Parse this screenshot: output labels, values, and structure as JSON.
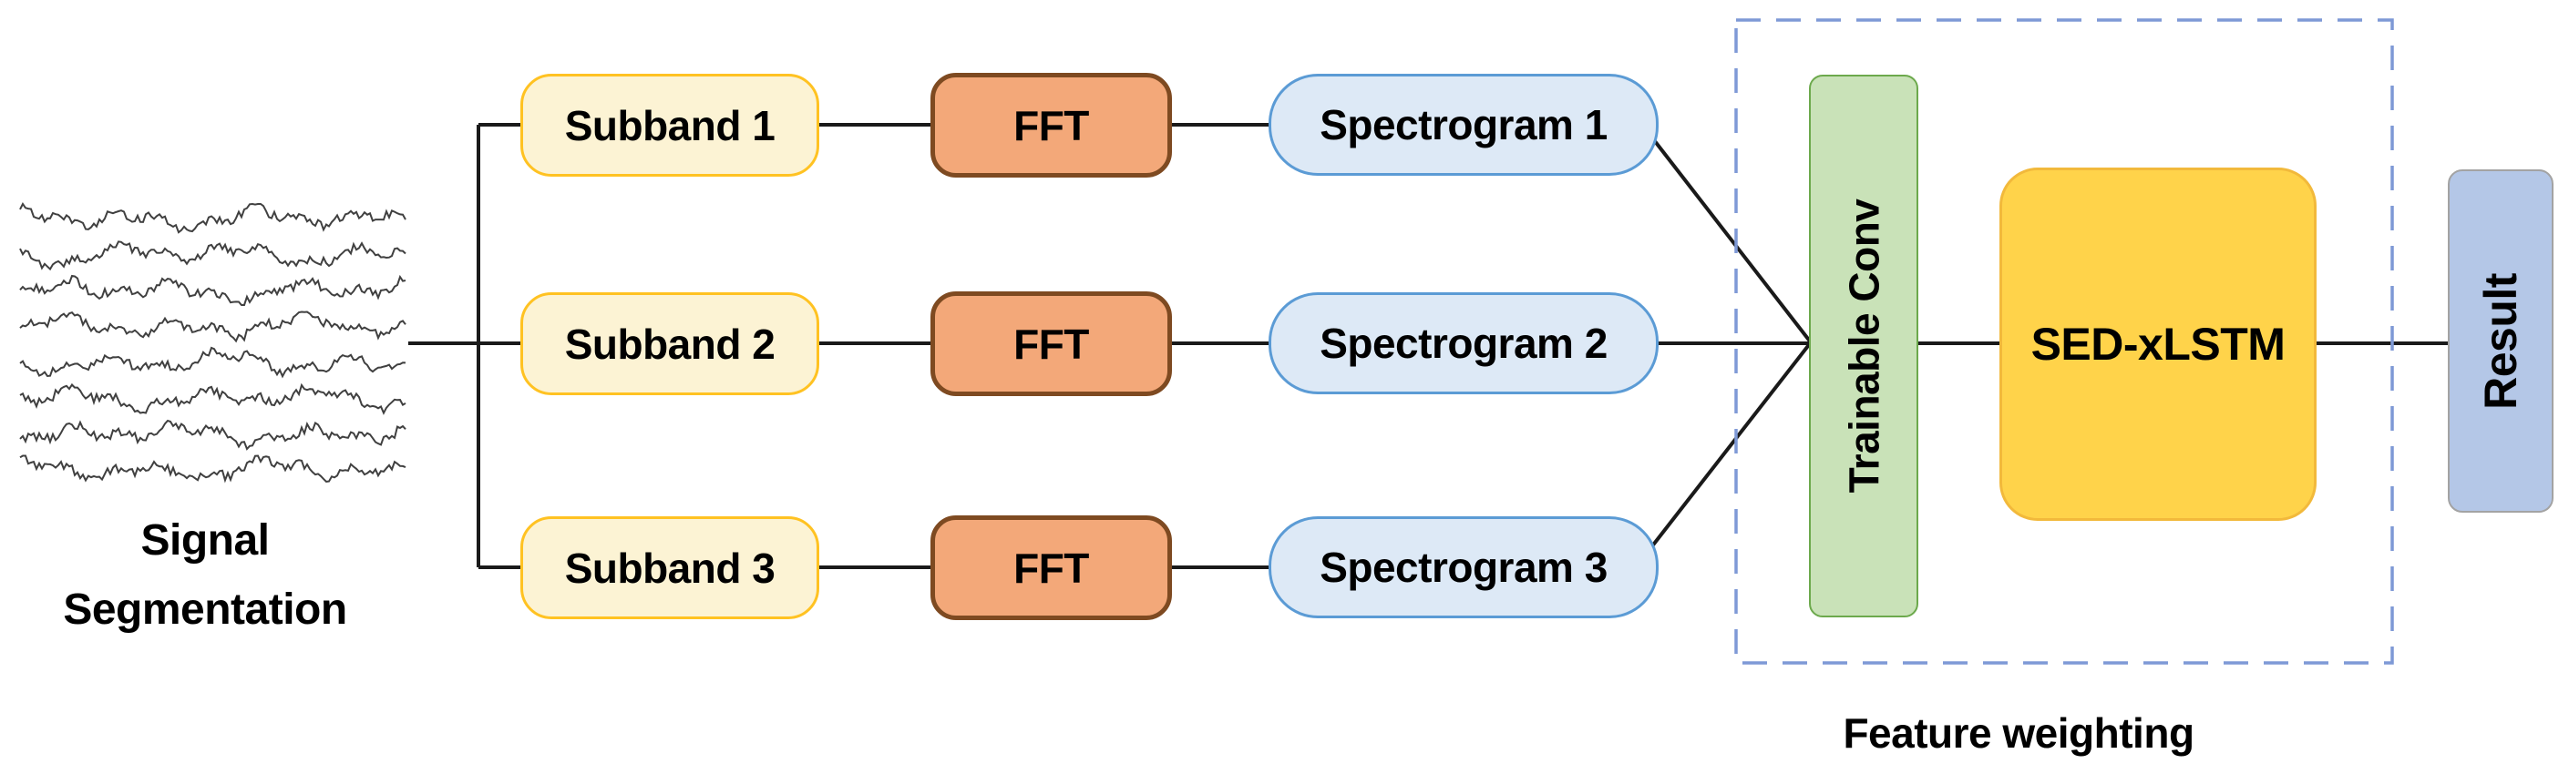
{
  "diagram_title": "Subband FFT spectrogram pipeline with feature weighting",
  "signal": {
    "label_line1": "Signal",
    "label_line2": "Segmentation",
    "trace_count": 8
  },
  "branches": [
    {
      "subband": "Subband 1",
      "fft": "FFT",
      "spectrogram": "Spectrogram 1"
    },
    {
      "subband": "Subband 2",
      "fft": "FFT",
      "spectrogram": "Spectrogram 2"
    },
    {
      "subband": "Subband 3",
      "fft": "FFT",
      "spectrogram": "Spectrogram 3"
    }
  ],
  "feature_weighting": {
    "label": "Feature weighting",
    "trainable_conv": "Trainable Conv",
    "sed_xlstm": "SED-xLSTM"
  },
  "result": {
    "label": "Result"
  },
  "colors": {
    "subband_fill": "#FCF3D4",
    "subband_border": "#FFC222",
    "fft_fill": "#F3A879",
    "fft_border": "#7E4A21",
    "spectrogram_fill": "#DDE9F6",
    "spectrogram_border": "#5B9BD5",
    "conv_fill": "#C9E2B8",
    "conv_border": "#6CA94C",
    "sed_fill": "#FFD34A",
    "sed_border": "#F2B93B",
    "result_fill": "#B4C7E7",
    "result_border": "#A3A3A3",
    "dashed_border": "#7E99D6",
    "connector": "#1A1A1A",
    "trace": "#404040",
    "text": "#000000"
  }
}
